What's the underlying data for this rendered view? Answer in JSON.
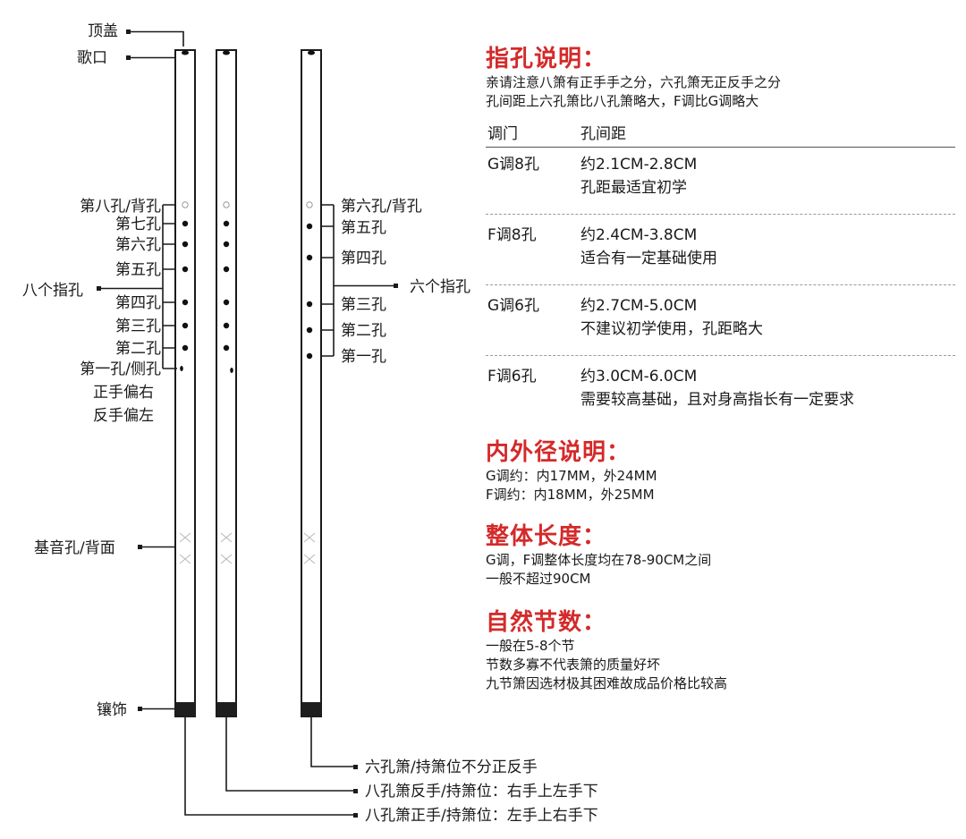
{
  "diagram_labels": {
    "top_cap": "顶盖",
    "mouthpiece": "歌口",
    "eight_hole_labels": [
      "第八孔/背孔",
      "第七孔",
      "第六孔",
      "第五孔",
      "第四孔",
      "第三孔",
      "第二孔",
      "第一孔/侧孔"
    ],
    "eight_finger_holes": "八个指孔",
    "side_hole_note_1": "正手偏右",
    "side_hole_note_2": "反手偏左",
    "six_hole_labels": [
      "第六孔/背孔",
      "第五孔",
      "第四孔",
      "第三孔",
      "第二孔",
      "第一孔"
    ],
    "six_finger_holes": "六个指孔",
    "base_hole": "基音孔/背面",
    "ornament": "镶饰",
    "six_hole_xiao_grip": "六孔箫/持箫位不分正反手",
    "eight_hole_reverse_grip": "八孔箫反手/持箫位：右手上左手下",
    "eight_hole_normal_grip": "八孔箫正手/持箫位：左手上右手下"
  },
  "finger_hole_info": {
    "title": "指孔说明：",
    "line1": "亲请注意八箫有正手手之分，六孔箫无正反手之分",
    "line2": "孔间距上六孔箫比八孔箫略大，F调比G调略大",
    "table_headers": [
      "调门",
      "孔间距"
    ],
    "rows": [
      {
        "key": "G调8孔",
        "spacing": "约2.1CM-2.8CM",
        "note": "孔距最适宜初学"
      },
      {
        "key": "F调8孔",
        "spacing": "约2.4CM-3.8CM",
        "note": "适合有一定基础使用"
      },
      {
        "key": "G调6孔",
        "spacing": "约2.7CM-5.0CM",
        "note": "不建议初学使用，孔距略大"
      },
      {
        "key": "F调6孔",
        "spacing": "约3.0CM-6.0CM",
        "note": "需要较高基础，且对身高指长有一定要求"
      }
    ]
  },
  "diameter_info": {
    "title": "内外径说明：",
    "line1": "G调约：内17MM，外24MM",
    "line2": "F调约：内18MM，外25MM"
  },
  "length_info": {
    "title": "整体长度：",
    "line1": "G调，F调整体长度均在78-90CM之间",
    "line2": "一般不超过90CM"
  },
  "joints_info": {
    "title": "自然节数：",
    "line1": "一般在5-8个节",
    "line2": "节数多寡不代表箫的质量好坏",
    "line3": "九节箫因选材极其困难故成品价格比较高"
  },
  "colors": {
    "accent": "#d42a2a",
    "ink": "#1a1a1a"
  }
}
